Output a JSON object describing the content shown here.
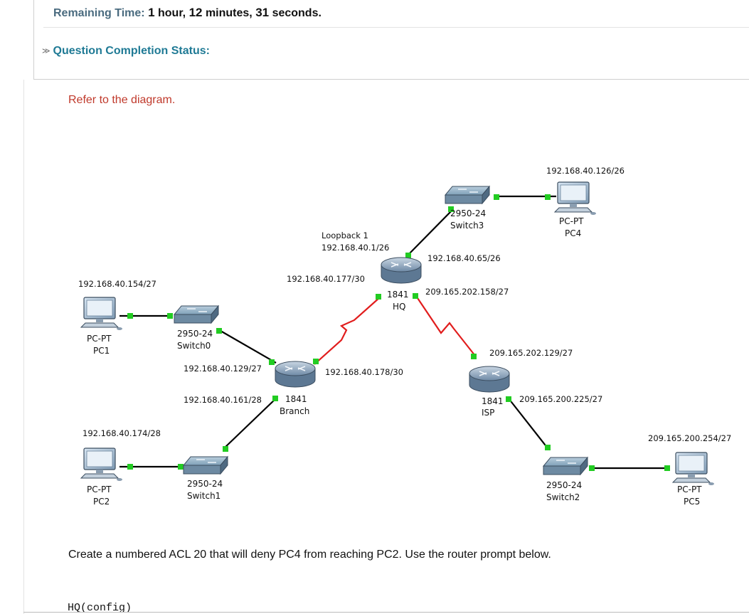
{
  "header": {
    "timer_label": "Remaining Time:",
    "hours": "1",
    "hours_unit": "hour,",
    "minutes": "12",
    "minutes_unit": "minutes,",
    "seconds": "31",
    "seconds_unit": "seconds.",
    "completion_label": "Question Completion Status:"
  },
  "question": {
    "intro": "Refer to the diagram.",
    "text": "Create a numbered ACL 20 that will deny PC4 from reaching PC2. Use the router prompt below.",
    "prompt": "HQ(config)"
  },
  "diagram": {
    "devices": [
      {
        "id": "pc1",
        "type": "pc",
        "line1": "PC-PT",
        "line2": "PC1"
      },
      {
        "id": "pc2",
        "type": "pc",
        "line1": "PC-PT",
        "line2": "PC2"
      },
      {
        "id": "pc4",
        "type": "pc",
        "line1": "PC-PT",
        "line2": "PC4"
      },
      {
        "id": "pc5",
        "type": "pc",
        "line1": "PC-PT",
        "line2": "PC5"
      },
      {
        "id": "switch0",
        "type": "switch",
        "line1": "2950-24",
        "line2": "Switch0"
      },
      {
        "id": "switch1",
        "type": "switch",
        "line1": "2950-24",
        "line2": "Switch1"
      },
      {
        "id": "switch2",
        "type": "switch",
        "line1": "2950-24",
        "line2": "Switch2"
      },
      {
        "id": "switch3",
        "type": "switch",
        "line1": "2950-24",
        "line2": "Switch3"
      },
      {
        "id": "hq",
        "type": "router",
        "line1": "1841",
        "line2": "HQ"
      },
      {
        "id": "branch",
        "type": "router",
        "line1": "1841",
        "line2": "Branch"
      },
      {
        "id": "isp",
        "type": "router",
        "line1": "1841",
        "line2": "ISP"
      }
    ],
    "addresses": [
      {
        "id": "pc4-ip",
        "text": "192.168.40.126/26"
      },
      {
        "id": "hq-loopback-label",
        "text": "Loopback 1"
      },
      {
        "id": "hq-loopback-ip",
        "text": "192.168.40.1/26"
      },
      {
        "id": "hq-lan-ip",
        "text": "192.168.40.65/26"
      },
      {
        "id": "hq-serial-branch-ip",
        "text": "192.168.40.177/30"
      },
      {
        "id": "hq-serial-isp-ip",
        "text": "209.165.202.158/27"
      },
      {
        "id": "pc1-ip",
        "text": "192.168.40.154/27"
      },
      {
        "id": "isp-serial-ip",
        "text": "209.165.202.129/27"
      },
      {
        "id": "branch-lan0-ip",
        "text": "192.168.40.129/27"
      },
      {
        "id": "branch-serial-ip",
        "text": "192.168.40.178/30"
      },
      {
        "id": "branch-lan1-ip",
        "text": "192.168.40.161/28"
      },
      {
        "id": "isp-lan-ip",
        "text": "209.165.200.225/27"
      },
      {
        "id": "pc2-ip",
        "text": "192.168.40.174/28"
      },
      {
        "id": "pc5-ip",
        "text": "209.165.200.254/27"
      }
    ],
    "links": [
      {
        "id": "pc1-switch0",
        "kind": "ethernet",
        "color": "#000000"
      },
      {
        "id": "switch0-branch",
        "kind": "ethernet",
        "color": "#000000"
      },
      {
        "id": "pc2-switch1",
        "kind": "ethernet",
        "color": "#000000"
      },
      {
        "id": "switch1-branch",
        "kind": "ethernet",
        "color": "#000000"
      },
      {
        "id": "branch-hq",
        "kind": "serial",
        "color": "#e11d1d"
      },
      {
        "id": "hq-switch3",
        "kind": "ethernet",
        "color": "#000000"
      },
      {
        "id": "switch3-pc4",
        "kind": "ethernet",
        "color": "#000000"
      },
      {
        "id": "hq-isp",
        "kind": "serial",
        "color": "#e11d1d"
      },
      {
        "id": "isp-switch2",
        "kind": "ethernet",
        "color": "#000000"
      },
      {
        "id": "switch2-pc5",
        "kind": "ethernet",
        "color": "#000000"
      }
    ],
    "link_up_color": "#22cc22"
  }
}
